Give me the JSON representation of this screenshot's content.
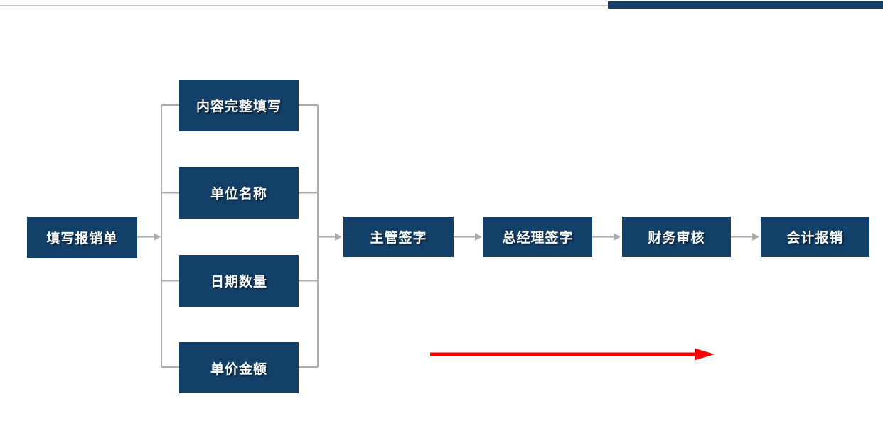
{
  "colors": {
    "node_fill": "#134069",
    "node_text": "#ffffff",
    "connector": "#acacac",
    "red_arrow": "#ff0000",
    "top_bar": "#134069",
    "top_rule": "#c6c6c6"
  },
  "flowchart": {
    "start": {
      "label": "填写报销单"
    },
    "details": [
      {
        "label": "内容完整填写"
      },
      {
        "label": "单位名称"
      },
      {
        "label": "日期数量"
      },
      {
        "label": "单价金额"
      }
    ],
    "steps": [
      {
        "label": "主管签字"
      },
      {
        "label": "总经理签字"
      },
      {
        "label": "财务审核"
      },
      {
        "label": "会计报销"
      }
    ]
  }
}
